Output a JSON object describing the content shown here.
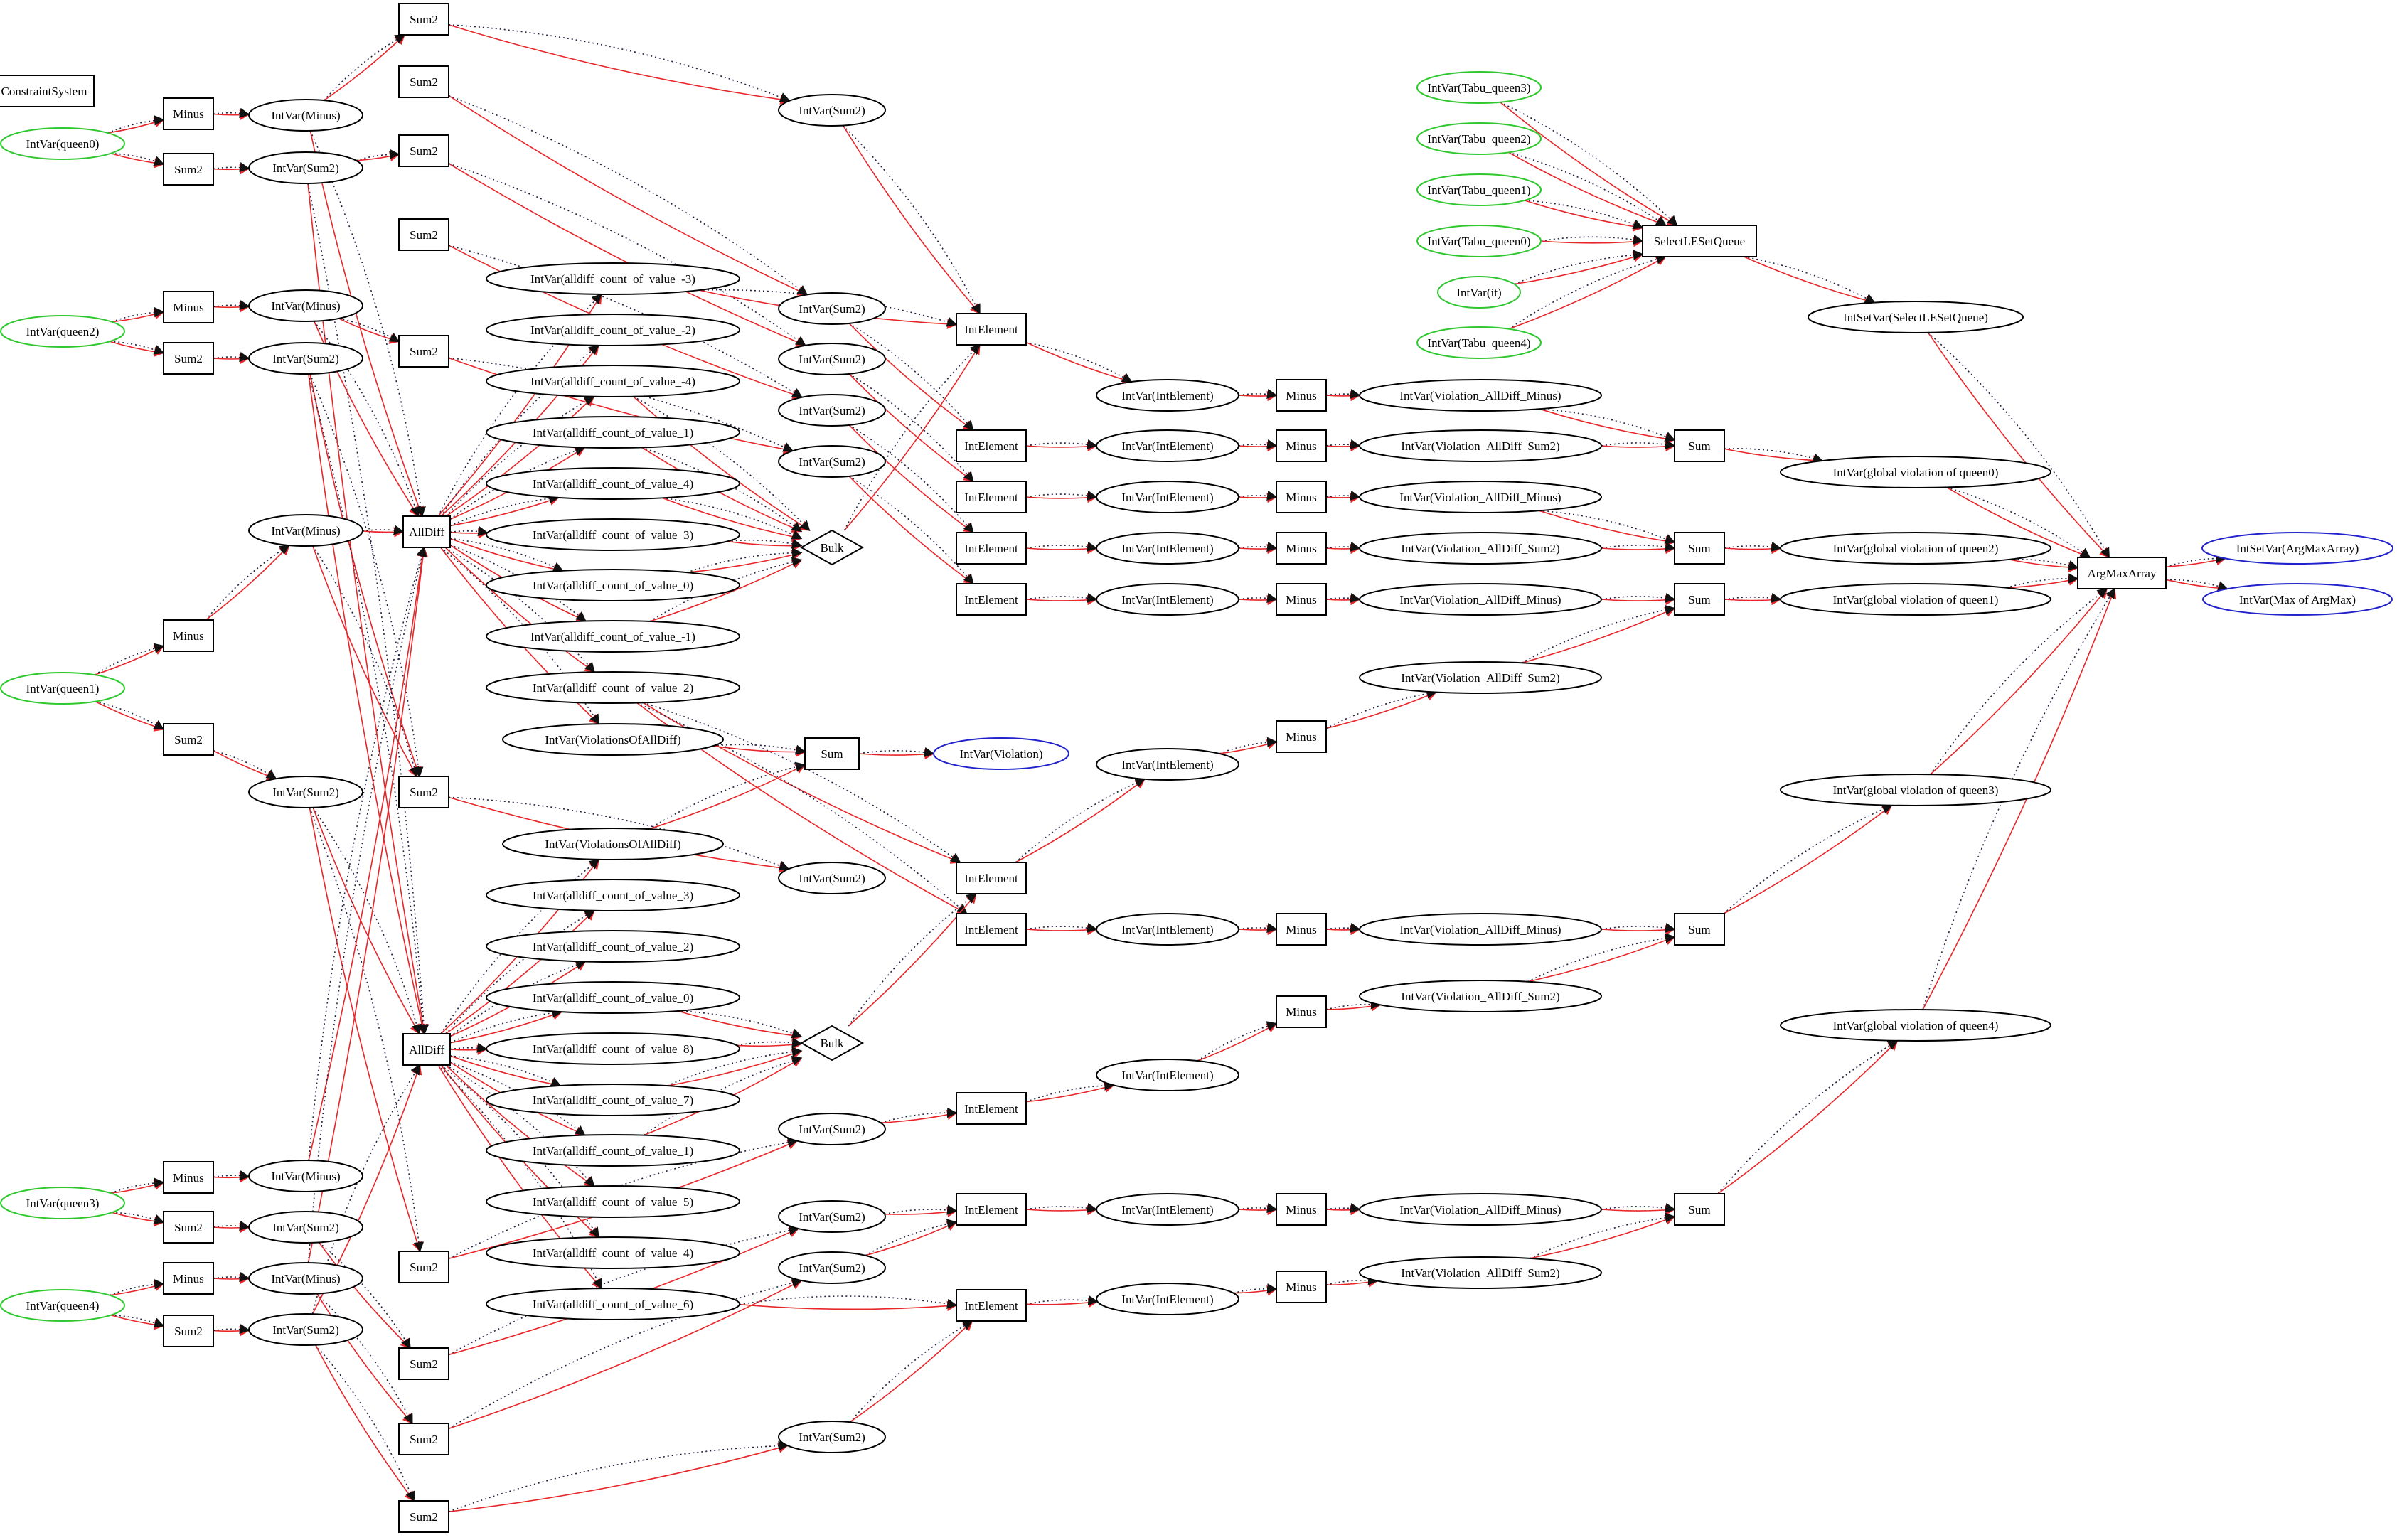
{
  "title": "ConstraintSystem",
  "colors": {
    "edge_red": "#e8262a",
    "edge_dotted": "#222244",
    "input_var": "#2ec82e",
    "output_var": "#2222cc",
    "default": "#000000"
  },
  "nodes": [
    {
      "id": "cs",
      "label": "ConstraintSystem",
      "shape": "box"
    },
    {
      "id": "q0",
      "label": "IntVar(queen0)",
      "shape": "ellipse",
      "color": "green"
    },
    {
      "id": "q2",
      "label": "IntVar(queen2)",
      "shape": "ellipse",
      "color": "green"
    },
    {
      "id": "q1",
      "label": "IntVar(queen1)",
      "shape": "ellipse",
      "color": "green"
    },
    {
      "id": "q3",
      "label": "IntVar(queen3)",
      "shape": "ellipse",
      "color": "green"
    },
    {
      "id": "q4",
      "label": "IntVar(queen4)",
      "shape": "ellipse",
      "color": "green"
    },
    {
      "id": "m0",
      "label": "Minus",
      "shape": "box"
    },
    {
      "id": "s0",
      "label": "Sum2",
      "shape": "box"
    },
    {
      "id": "m2",
      "label": "Minus",
      "shape": "box"
    },
    {
      "id": "s2",
      "label": "Sum2",
      "shape": "box"
    },
    {
      "id": "m1",
      "label": "Minus",
      "shape": "box"
    },
    {
      "id": "s1",
      "label": "Sum2",
      "shape": "box"
    },
    {
      "id": "m3",
      "label": "Minus",
      "shape": "box"
    },
    {
      "id": "s3",
      "label": "Sum2",
      "shape": "box"
    },
    {
      "id": "m4",
      "label": "Minus",
      "shape": "box"
    },
    {
      "id": "s4",
      "label": "Sum2",
      "shape": "box"
    },
    {
      "id": "vm0",
      "label": "IntVar(Minus)",
      "shape": "ellipse"
    },
    {
      "id": "vs0",
      "label": "IntVar(Sum2)",
      "shape": "ellipse"
    },
    {
      "id": "vm2",
      "label": "IntVar(Minus)",
      "shape": "ellipse"
    },
    {
      "id": "vs2",
      "label": "IntVar(Sum2)",
      "shape": "ellipse"
    },
    {
      "id": "vm1",
      "label": "IntVar(Minus)",
      "shape": "ellipse"
    },
    {
      "id": "vs1",
      "label": "IntVar(Sum2)",
      "shape": "ellipse"
    },
    {
      "id": "vm3",
      "label": "IntVar(Minus)",
      "shape": "ellipse"
    },
    {
      "id": "vs3",
      "label": "IntVar(Sum2)",
      "shape": "ellipse"
    },
    {
      "id": "vm4",
      "label": "IntVar(Minus)",
      "shape": "ellipse"
    },
    {
      "id": "vs4",
      "label": "IntVar(Sum2)",
      "shape": "ellipse"
    },
    {
      "id": "ts1",
      "label": "Sum2",
      "shape": "box"
    },
    {
      "id": "ts2",
      "label": "Sum2",
      "shape": "box"
    },
    {
      "id": "ts3",
      "label": "Sum2",
      "shape": "box"
    },
    {
      "id": "ts4",
      "label": "Sum2",
      "shape": "box"
    },
    {
      "id": "ts5",
      "label": "Sum2",
      "shape": "box"
    },
    {
      "id": "ts6",
      "label": "Sum2",
      "shape": "box"
    },
    {
      "id": "bs1",
      "label": "Sum2",
      "shape": "box"
    },
    {
      "id": "bs2",
      "label": "Sum2",
      "shape": "box"
    },
    {
      "id": "bs3",
      "label": "Sum2",
      "shape": "box"
    },
    {
      "id": "bs4",
      "label": "Sum2",
      "shape": "box"
    },
    {
      "id": "ad1",
      "label": "AllDiff",
      "shape": "box"
    },
    {
      "id": "ad2",
      "label": "AllDiff",
      "shape": "box"
    },
    {
      "id": "c1",
      "label": "IntVar(alldiff_count_of_value_-3)",
      "shape": "ellipse"
    },
    {
      "id": "c2",
      "label": "IntVar(alldiff_count_of_value_-2)",
      "shape": "ellipse"
    },
    {
      "id": "c3",
      "label": "IntVar(alldiff_count_of_value_-4)",
      "shape": "ellipse"
    },
    {
      "id": "c4",
      "label": "IntVar(alldiff_count_of_value_1)",
      "shape": "ellipse"
    },
    {
      "id": "c5",
      "label": "IntVar(alldiff_count_of_value_4)",
      "shape": "ellipse"
    },
    {
      "id": "c6",
      "label": "IntVar(alldiff_count_of_value_3)",
      "shape": "ellipse"
    },
    {
      "id": "c7",
      "label": "IntVar(alldiff_count_of_value_0)",
      "shape": "ellipse"
    },
    {
      "id": "c8",
      "label": "IntVar(alldiff_count_of_value_-1)",
      "shape": "ellipse"
    },
    {
      "id": "c9",
      "label": "IntVar(alldiff_count_of_value_2)",
      "shape": "ellipse"
    },
    {
      "id": "vad1",
      "label": "IntVar(ViolationsOfAllDiff)",
      "shape": "ellipse"
    },
    {
      "id": "vad2",
      "label": "IntVar(ViolationsOfAllDiff)",
      "shape": "ellipse"
    },
    {
      "id": "d1",
      "label": "IntVar(alldiff_count_of_value_3)",
      "shape": "ellipse"
    },
    {
      "id": "d2",
      "label": "IntVar(alldiff_count_of_value_2)",
      "shape": "ellipse"
    },
    {
      "id": "d3",
      "label": "IntVar(alldiff_count_of_value_0)",
      "shape": "ellipse"
    },
    {
      "id": "d4",
      "label": "IntVar(alldiff_count_of_value_8)",
      "shape": "ellipse"
    },
    {
      "id": "d5",
      "label": "IntVar(alldiff_count_of_value_7)",
      "shape": "ellipse"
    },
    {
      "id": "d6",
      "label": "IntVar(alldiff_count_of_value_1)",
      "shape": "ellipse"
    },
    {
      "id": "d7",
      "label": "IntVar(alldiff_count_of_value_5)",
      "shape": "ellipse"
    },
    {
      "id": "d8",
      "label": "IntVar(alldiff_count_of_value_4)",
      "shape": "ellipse"
    },
    {
      "id": "d9",
      "label": "IntVar(alldiff_count_of_value_6)",
      "shape": "ellipse"
    },
    {
      "id": "vsT1",
      "label": "IntVar(Sum2)",
      "shape": "ellipse"
    },
    {
      "id": "vsT2",
      "label": "IntVar(Sum2)",
      "shape": "ellipse"
    },
    {
      "id": "vsT3",
      "label": "IntVar(Sum2)",
      "shape": "ellipse"
    },
    {
      "id": "vsT4",
      "label": "IntVar(Sum2)",
      "shape": "ellipse"
    },
    {
      "id": "vsT5",
      "label": "IntVar(Sum2)",
      "shape": "ellipse"
    },
    {
      "id": "vsT6",
      "label": "IntVar(Sum2)",
      "shape": "ellipse"
    },
    {
      "id": "vsB1",
      "label": "IntVar(Sum2)",
      "shape": "ellipse"
    },
    {
      "id": "vsB2",
      "label": "IntVar(Sum2)",
      "shape": "ellipse"
    },
    {
      "id": "vsB3",
      "label": "IntVar(Sum2)",
      "shape": "ellipse"
    },
    {
      "id": "vsB4",
      "label": "IntVar(Sum2)",
      "shape": "ellipse"
    },
    {
      "id": "bulk1",
      "label": "Bulk",
      "shape": "diamond"
    },
    {
      "id": "bulk2",
      "label": "Bulk",
      "shape": "diamond"
    },
    {
      "id": "sumv",
      "label": "Sum",
      "shape": "box"
    },
    {
      "id": "viol",
      "label": "IntVar(Violation)",
      "shape": "ellipse",
      "color": "blue"
    },
    {
      "id": "ie1",
      "label": "IntElement",
      "shape": "box"
    },
    {
      "id": "ie2",
      "label": "IntElement",
      "shape": "box"
    },
    {
      "id": "ie3",
      "label": "IntElement",
      "shape": "box"
    },
    {
      "id": "ie4",
      "label": "IntElement",
      "shape": "box"
    },
    {
      "id": "ie5",
      "label": "IntElement",
      "shape": "box"
    },
    {
      "id": "ie6",
      "label": "IntElement",
      "shape": "box"
    },
    {
      "id": "ie7",
      "label": "IntElement",
      "shape": "box"
    },
    {
      "id": "ie8",
      "label": "IntElement",
      "shape": "box"
    },
    {
      "id": "ie9",
      "label": "IntElement",
      "shape": "box"
    },
    {
      "id": "ie10",
      "label": "IntElement",
      "shape": "box"
    },
    {
      "id": "vie1",
      "label": "IntVar(IntElement)",
      "shape": "ellipse"
    },
    {
      "id": "vie2",
      "label": "IntVar(IntElement)",
      "shape": "ellipse"
    },
    {
      "id": "vie3",
      "label": "IntVar(IntElement)",
      "shape": "ellipse"
    },
    {
      "id": "vie4",
      "label": "IntVar(IntElement)",
      "shape": "ellipse"
    },
    {
      "id": "vie5",
      "label": "IntVar(IntElement)",
      "shape": "ellipse"
    },
    {
      "id": "vie6",
      "label": "IntVar(IntElement)",
      "shape": "ellipse"
    },
    {
      "id": "vie7",
      "label": "IntVar(IntElement)",
      "shape": "ellipse"
    },
    {
      "id": "vie8",
      "label": "IntVar(IntElement)",
      "shape": "ellipse"
    },
    {
      "id": "vie9",
      "label": "IntVar(IntElement)",
      "shape": "ellipse"
    },
    {
      "id": "vie10",
      "label": "IntVar(IntElement)",
      "shape": "ellipse"
    },
    {
      "id": "mi1",
      "label": "Minus",
      "shape": "box"
    },
    {
      "id": "mi2",
      "label": "Minus",
      "shape": "box"
    },
    {
      "id": "mi3",
      "label": "Minus",
      "shape": "box"
    },
    {
      "id": "mi4",
      "label": "Minus",
      "shape": "box"
    },
    {
      "id": "mi5",
      "label": "Minus",
      "shape": "box"
    },
    {
      "id": "mi6",
      "label": "Minus",
      "shape": "box"
    },
    {
      "id": "mi7",
      "label": "Minus",
      "shape": "box"
    },
    {
      "id": "mi8",
      "label": "Minus",
      "shape": "box"
    },
    {
      "id": "mi9",
      "label": "Minus",
      "shape": "box"
    },
    {
      "id": "mi10",
      "label": "Minus",
      "shape": "box"
    },
    {
      "id": "va1",
      "label": "IntVar(Violation_AllDiff_Minus)",
      "shape": "ellipse"
    },
    {
      "id": "va2",
      "label": "IntVar(Violation_AllDiff_Sum2)",
      "shape": "ellipse"
    },
    {
      "id": "va3",
      "label": "IntVar(Violation_AllDiff_Minus)",
      "shape": "ellipse"
    },
    {
      "id": "va4",
      "label": "IntVar(Violation_AllDiff_Sum2)",
      "shape": "ellipse"
    },
    {
      "id": "va5",
      "label": "IntVar(Violation_AllDiff_Minus)",
      "shape": "ellipse"
    },
    {
      "id": "va6",
      "label": "IntVar(Violation_AllDiff_Sum2)",
      "shape": "ellipse"
    },
    {
      "id": "va7",
      "label": "IntVar(Violation_AllDiff_Minus)",
      "shape": "ellipse"
    },
    {
      "id": "va8",
      "label": "IntVar(Violation_AllDiff_Sum2)",
      "shape": "ellipse"
    },
    {
      "id": "va9",
      "label": "IntVar(Violation_AllDiff_Minus)",
      "shape": "ellipse"
    },
    {
      "id": "va10",
      "label": "IntVar(Violation_AllDiff_Sum2)",
      "shape": "ellipse"
    },
    {
      "id": "su1",
      "label": "Sum",
      "shape": "box"
    },
    {
      "id": "su2",
      "label": "Sum",
      "shape": "box"
    },
    {
      "id": "su3",
      "label": "Sum",
      "shape": "box"
    },
    {
      "id": "su4",
      "label": "Sum",
      "shape": "box"
    },
    {
      "id": "su5",
      "label": "Sum",
      "shape": "box"
    },
    {
      "id": "gv0",
      "label": "IntVar(global violation of queen0)",
      "shape": "ellipse"
    },
    {
      "id": "gv2",
      "label": "IntVar(global violation of queen2)",
      "shape": "ellipse"
    },
    {
      "id": "gv1",
      "label": "IntVar(global violation of queen1)",
      "shape": "ellipse"
    },
    {
      "id": "gv3",
      "label": "IntVar(global violation of queen3)",
      "shape": "ellipse"
    },
    {
      "id": "gv4",
      "label": "IntVar(global violation of queen4)",
      "shape": "ellipse"
    },
    {
      "id": "t3",
      "label": "IntVar(Tabu_queen3)",
      "shape": "ellipse",
      "color": "green"
    },
    {
      "id": "t2",
      "label": "IntVar(Tabu_queen2)",
      "shape": "ellipse",
      "color": "green"
    },
    {
      "id": "t1",
      "label": "IntVar(Tabu_queen1)",
      "shape": "ellipse",
      "color": "green"
    },
    {
      "id": "t0",
      "label": "IntVar(Tabu_queen0)",
      "shape": "ellipse",
      "color": "green"
    },
    {
      "id": "it",
      "label": "IntVar(it)",
      "shape": "ellipse",
      "color": "green"
    },
    {
      "id": "t4",
      "label": "IntVar(Tabu_queen4)",
      "shape": "ellipse",
      "color": "green"
    },
    {
      "id": "sel",
      "label": "SelectLESetQueue",
      "shape": "box"
    },
    {
      "id": "isv",
      "label": "IntSetVar(SelectLESetQueue)",
      "shape": "ellipse"
    },
    {
      "id": "am",
      "label": "ArgMaxArray",
      "shape": "box"
    },
    {
      "id": "isam",
      "label": "IntSetVar(ArgMaxArray)",
      "shape": "ellipse",
      "color": "blue"
    },
    {
      "id": "max",
      "label": "IntVar(Max of ArgMax)",
      "shape": "ellipse",
      "color": "blue"
    }
  ],
  "edges": [
    [
      "q0",
      "m0"
    ],
    [
      "q0",
      "s0"
    ],
    [
      "m0",
      "vm0"
    ],
    [
      "s0",
      "vs0"
    ],
    [
      "q2",
      "m2"
    ],
    [
      "q2",
      "s2"
    ],
    [
      "m2",
      "vm2"
    ],
    [
      "s2",
      "vs2"
    ],
    [
      "q1",
      "m1"
    ],
    [
      "q1",
      "s1"
    ],
    [
      "m1",
      "vm1"
    ],
    [
      "s1",
      "vs1"
    ],
    [
      "q3",
      "m3"
    ],
    [
      "q3",
      "s3"
    ],
    [
      "m3",
      "vm3"
    ],
    [
      "s3",
      "vs3"
    ],
    [
      "q4",
      "m4"
    ],
    [
      "q4",
      "s4"
    ],
    [
      "m4",
      "vm4"
    ],
    [
      "s4",
      "vs4"
    ],
    [
      "vm0",
      "ts1"
    ],
    [
      "vs0",
      "ts3"
    ],
    [
      "vm2",
      "ts5"
    ],
    [
      "vs2",
      "ts6"
    ],
    [
      "vm1",
      "ts6"
    ],
    [
      "vs1",
      "bs1"
    ],
    [
      "vm3",
      "ad1"
    ],
    [
      "vs3",
      "bs2"
    ],
    [
      "vm4",
      "bs3"
    ],
    [
      "vs4",
      "bs4"
    ],
    [
      "vm0",
      "ad1"
    ],
    [
      "vs0",
      "ad2"
    ],
    [
      "vm2",
      "ad1"
    ],
    [
      "vs2",
      "ad2"
    ],
    [
      "vm1",
      "ad1"
    ],
    [
      "vs1",
      "ad2"
    ],
    [
      "vm4",
      "ad1"
    ],
    [
      "vs4",
      "ad2"
    ],
    [
      "ts1",
      "vsT1"
    ],
    [
      "ts2",
      "vsT2"
    ],
    [
      "ts3",
      "vsT3"
    ],
    [
      "ts4",
      "vsT4"
    ],
    [
      "ts5",
      "vsT5"
    ],
    [
      "ts6",
      "vsT6"
    ],
    [
      "bs1",
      "vsB1"
    ],
    [
      "bs2",
      "vsB2"
    ],
    [
      "bs3",
      "vsB3"
    ],
    [
      "bs4",
      "vsB4"
    ],
    [
      "ad1",
      "c1"
    ],
    [
      "ad1",
      "c2"
    ],
    [
      "ad1",
      "c3"
    ],
    [
      "ad1",
      "c4"
    ],
    [
      "ad1",
      "c5"
    ],
    [
      "ad1",
      "c6"
    ],
    [
      "ad1",
      "c7"
    ],
    [
      "ad1",
      "c8"
    ],
    [
      "ad1",
      "c9"
    ],
    [
      "ad1",
      "vad1"
    ],
    [
      "ad2",
      "vad2"
    ],
    [
      "ad2",
      "d1"
    ],
    [
      "ad2",
      "d2"
    ],
    [
      "ad2",
      "d3"
    ],
    [
      "ad2",
      "d4"
    ],
    [
      "ad2",
      "d5"
    ],
    [
      "ad2",
      "d6"
    ],
    [
      "ad2",
      "d7"
    ],
    [
      "ad2",
      "d8"
    ],
    [
      "ad2",
      "d9"
    ],
    [
      "c3",
      "bulk1"
    ],
    [
      "c4",
      "bulk1"
    ],
    [
      "c5",
      "bulk1"
    ],
    [
      "c6",
      "bulk1"
    ],
    [
      "c7",
      "bulk1"
    ],
    [
      "c8",
      "bulk1"
    ],
    [
      "d3",
      "bulk2"
    ],
    [
      "d4",
      "bulk2"
    ],
    [
      "d5",
      "bulk2"
    ],
    [
      "d6",
      "bulk2"
    ],
    [
      "vad1",
      "sumv"
    ],
    [
      "vad2",
      "sumv"
    ],
    [
      "sumv",
      "viol"
    ],
    [
      "c1",
      "ie1"
    ],
    [
      "vsT1",
      "ie1"
    ],
    [
      "vsT2",
      "ie2"
    ],
    [
      "vsT3",
      "ie3"
    ],
    [
      "vsT4",
      "ie4"
    ],
    [
      "vsT5",
      "ie5"
    ],
    [
      "c9",
      "ie6"
    ],
    [
      "c9",
      "ie7"
    ],
    [
      "vsB1",
      "ie8"
    ],
    [
      "vsB2",
      "ie9"
    ],
    [
      "vsB3",
      "ie9"
    ],
    [
      "d9",
      "ie10"
    ],
    [
      "vsB4",
      "ie10"
    ],
    [
      "bulk1",
      "ie1"
    ],
    [
      "bulk2",
      "ie6"
    ],
    [
      "ie1",
      "vie1"
    ],
    [
      "ie2",
      "vie2"
    ],
    [
      "ie3",
      "vie3"
    ],
    [
      "ie4",
      "vie4"
    ],
    [
      "ie5",
      "vie5"
    ],
    [
      "ie6",
      "vie6"
    ],
    [
      "ie7",
      "vie7"
    ],
    [
      "ie8",
      "vie8"
    ],
    [
      "ie9",
      "vie9"
    ],
    [
      "ie10",
      "vie10"
    ],
    [
      "vie1",
      "mi1"
    ],
    [
      "vie2",
      "mi2"
    ],
    [
      "vie3",
      "mi3"
    ],
    [
      "vie4",
      "mi4"
    ],
    [
      "vie5",
      "mi5"
    ],
    [
      "vie6",
      "mi6"
    ],
    [
      "vie7",
      "mi7"
    ],
    [
      "vie8",
      "mi8"
    ],
    [
      "vie9",
      "mi9"
    ],
    [
      "vie10",
      "mi10"
    ],
    [
      "mi1",
      "va1"
    ],
    [
      "mi2",
      "va2"
    ],
    [
      "mi3",
      "va3"
    ],
    [
      "mi4",
      "va4"
    ],
    [
      "mi5",
      "va5"
    ],
    [
      "mi6",
      "va6"
    ],
    [
      "mi7",
      "va7"
    ],
    [
      "mi8",
      "va8"
    ],
    [
      "mi9",
      "va9"
    ],
    [
      "mi10",
      "va10"
    ],
    [
      "va1",
      "su1"
    ],
    [
      "va2",
      "su1"
    ],
    [
      "va3",
      "su2"
    ],
    [
      "va4",
      "su2"
    ],
    [
      "va5",
      "su3"
    ],
    [
      "va6",
      "su3"
    ],
    [
      "va7",
      "su4"
    ],
    [
      "va8",
      "su4"
    ],
    [
      "va9",
      "su5"
    ],
    [
      "va10",
      "su5"
    ],
    [
      "su1",
      "gv0"
    ],
    [
      "su2",
      "gv2"
    ],
    [
      "su3",
      "gv1"
    ],
    [
      "su4",
      "gv3"
    ],
    [
      "su5",
      "gv4"
    ],
    [
      "gv0",
      "am"
    ],
    [
      "gv2",
      "am"
    ],
    [
      "gv1",
      "am"
    ],
    [
      "gv3",
      "am"
    ],
    [
      "gv4",
      "am"
    ],
    [
      "t3",
      "sel"
    ],
    [
      "t2",
      "sel"
    ],
    [
      "t1",
      "sel"
    ],
    [
      "t0",
      "sel"
    ],
    [
      "it",
      "sel"
    ],
    [
      "t4",
      "sel"
    ],
    [
      "sel",
      "isv"
    ],
    [
      "isv",
      "am"
    ],
    [
      "am",
      "isam"
    ],
    [
      "am",
      "max"
    ]
  ]
}
